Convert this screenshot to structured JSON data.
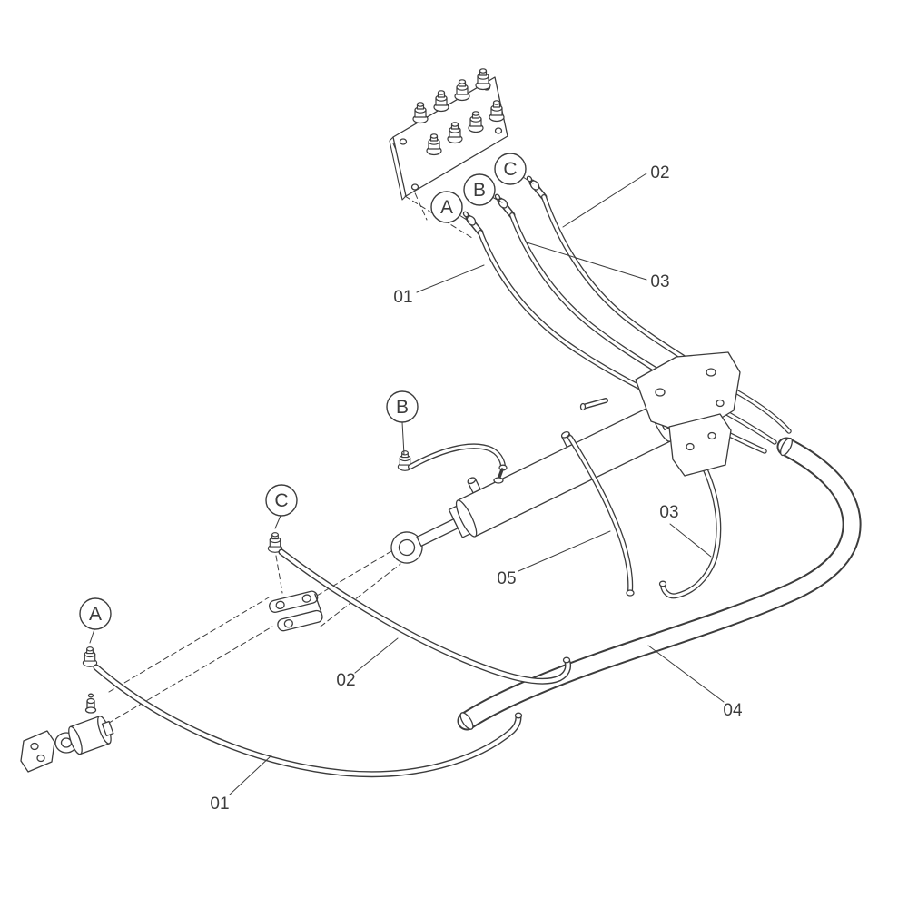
{
  "diagram": {
    "kind": "exploded-parts-line-drawing",
    "subject": "hydraulic hose, cylinder and manifold assembly",
    "background_color": "#ffffff",
    "line_color": "#3c3c3c",
    "callouts": {
      "a_top": "A",
      "b_top": "B",
      "c_top": "C",
      "b_mid": "B",
      "c_mid": "C",
      "a_left": "A"
    },
    "part_labels": {
      "p02_top": "02",
      "p03_top": "03",
      "p01_top": "01",
      "p05": "05",
      "p03_mid": "03",
      "p02_bottom": "02",
      "p04": "04",
      "p01_bottom": "01"
    }
  }
}
